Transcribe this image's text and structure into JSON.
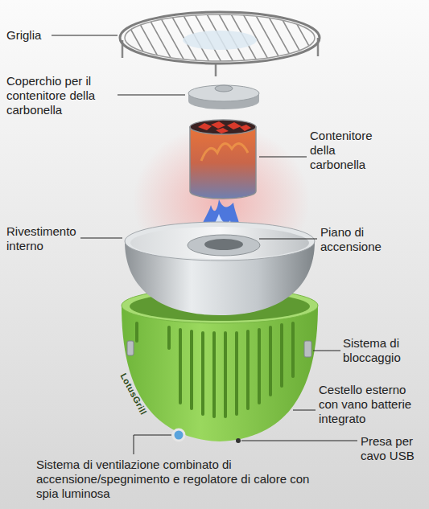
{
  "diagram": {
    "labels": [
      "Griglia",
      "Coperchio per il contenitore della carbonella",
      "Contenitore della carbonella",
      "Rivestimento interno",
      "Piano di accensione",
      "Sistema di bloccaggio",
      "Cestello esterno con vano batterie integrato",
      "Presa per cavo USB",
      "Sistema di ventilazione combinato di accensione/spegnimento e regolatore di calore con spia luminosa",
      "LotusGrill"
    ]
  }
}
